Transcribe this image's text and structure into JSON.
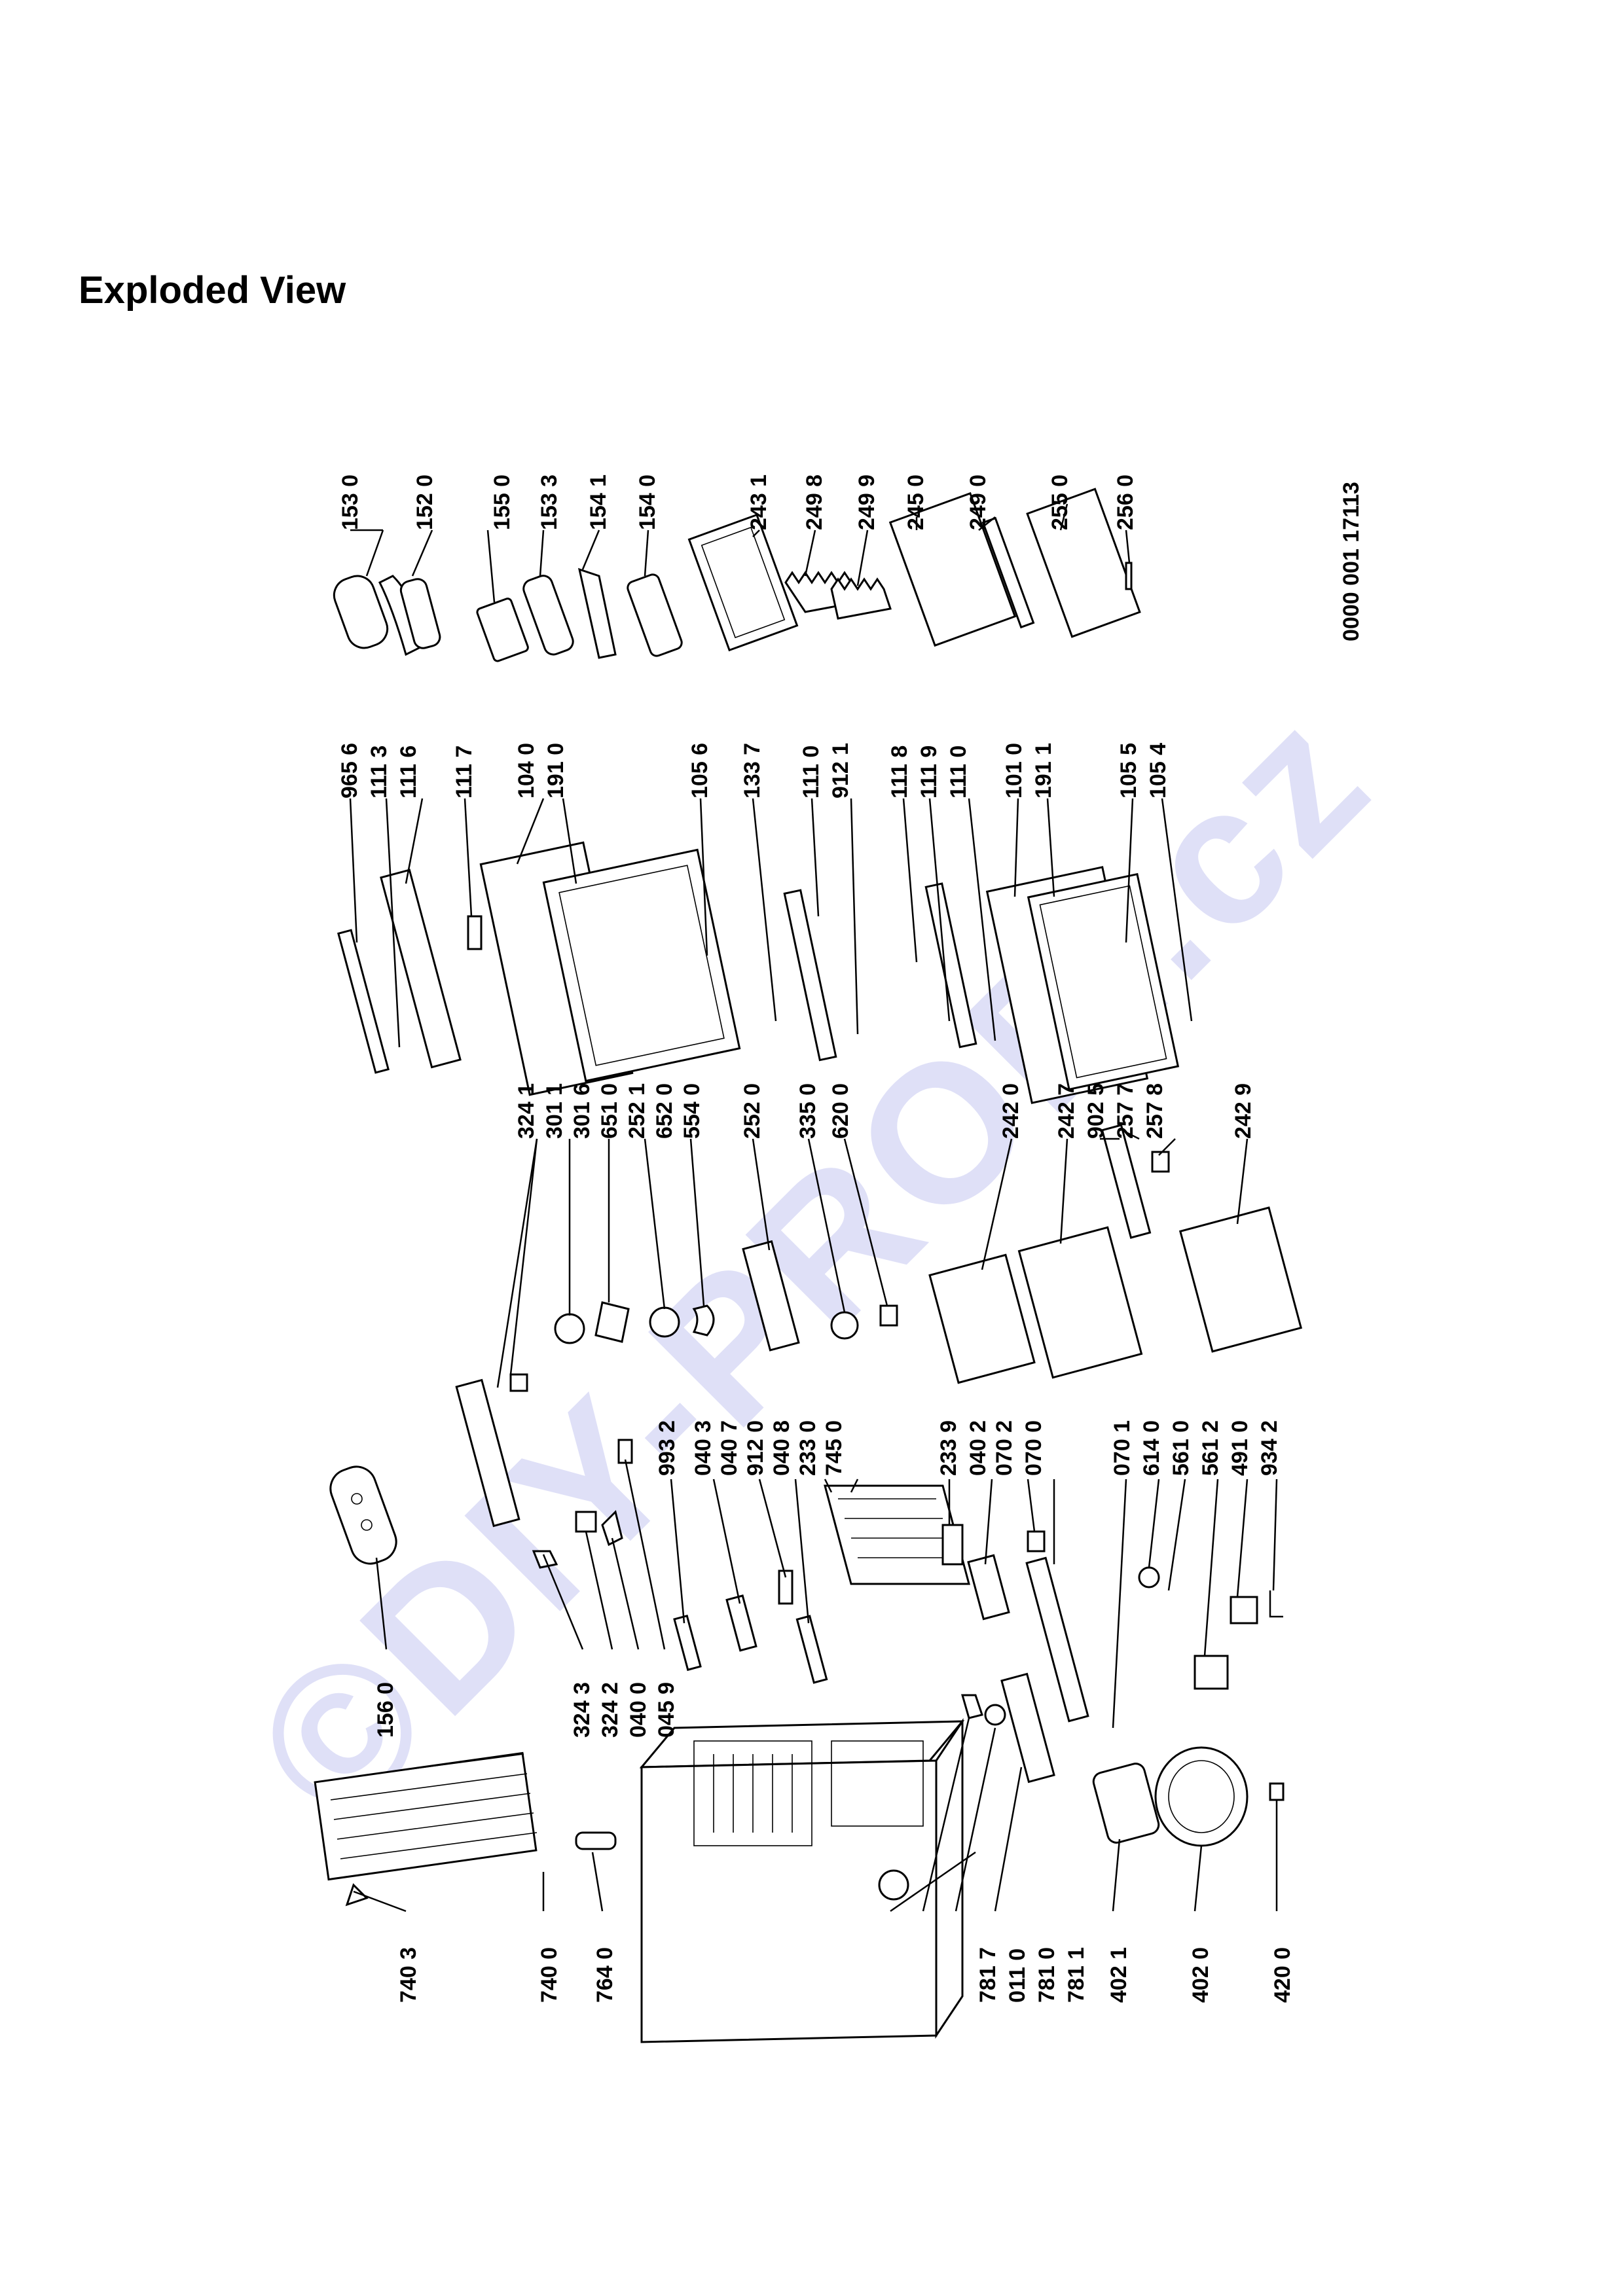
{
  "title": "Exploded View",
  "watermark": "©DIY-PROFI.cz",
  "document_number": "0000 001 17113",
  "labels": {
    "col1": [
      "153 0",
      "152 0",
      "155 0",
      "153 3",
      "154 1",
      "154 0",
      "243 1",
      "249 8",
      "249 9",
      "245 0",
      "249 0",
      "255 0",
      "256 0"
    ],
    "col2": [
      "965 6",
      "111 3",
      "111 6",
      "111 7",
      "104 0",
      "191 0",
      "105 6",
      "133 7",
      "111 0",
      "912 1",
      "111 8",
      "111 9",
      "111 0",
      "101 0",
      "191 1",
      "105 5",
      "105 4"
    ],
    "col3": [
      "324 1",
      "301 1",
      "301 6",
      "651 0",
      "252 1",
      "652 0",
      "554 0",
      "252 0",
      "335 0",
      "620 0",
      "242 0",
      "242 7",
      "902 5",
      "257 7",
      "257 8",
      "242 9"
    ],
    "col4": [
      "156 0",
      "324 3",
      "324 2",
      "040 0",
      "045 9",
      "993 2",
      "040 3",
      "040 7",
      "912 0",
      "040 8",
      "233 0",
      "745 0",
      "233 9",
      "040 2",
      "070 2",
      "070 0",
      "070 1",
      "614 0",
      "561 0",
      "561 2",
      "491 0",
      "934 2"
    ],
    "col5": [
      "740 3",
      "740 0",
      "764 0",
      "781 7",
      "011 0",
      "781 0",
      "781 1",
      "402 1",
      "402 0",
      "420 0"
    ]
  }
}
